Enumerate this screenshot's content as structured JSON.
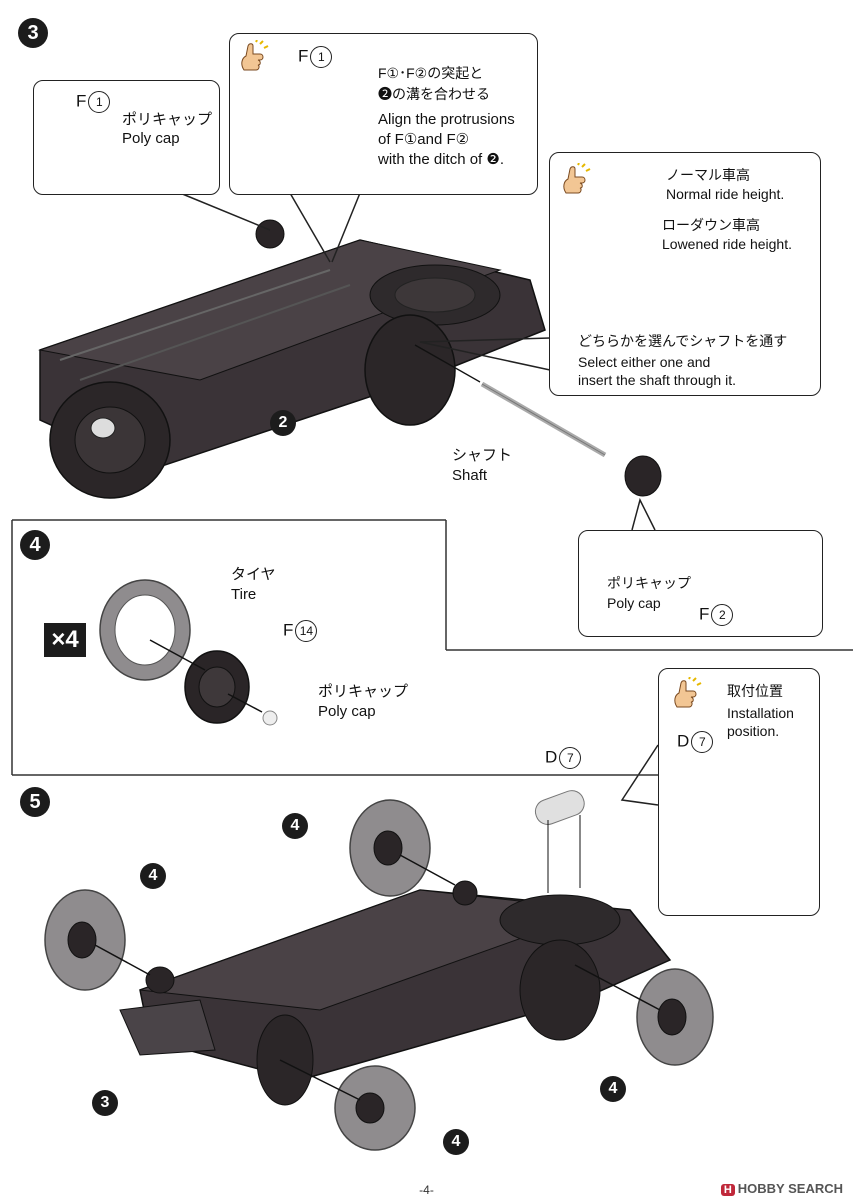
{
  "steps": {
    "s3": "3",
    "s4": "4",
    "s5": "5"
  },
  "callout_polycap": {
    "part_letter": "F",
    "part_num": "1",
    "label_jp": "ポリキャップ",
    "label_en": "Poly cap"
  },
  "callout_align": {
    "part_letter": "F",
    "part_num": "1",
    "line1": "F①･F②の突起と",
    "line2": "❷の溝を合わせる",
    "line3": "Align the protrusions",
    "line4": "of F①and F②",
    "line5": "with the ditch of ❷."
  },
  "callout_ride": {
    "normal_jp": "ノーマル車高",
    "normal_en": "Normal ride height.",
    "lowered_jp": "ローダウン車高",
    "lowered_en": "Lowened ride height.",
    "select_jp": "どちらかを選んでシャフトを通す",
    "select_en1": "Select either one and",
    "select_en2": "insert the shaft through it."
  },
  "shaft": {
    "jp": "シャフト",
    "en": "Shaft"
  },
  "callout_polycap2": {
    "label_jp": "ポリキャップ",
    "label_en": "Poly cap",
    "part_letter": "F",
    "part_num": "2"
  },
  "step3_ref": "2",
  "step4": {
    "multiplier": "×4",
    "tire_jp": "タイヤ",
    "tire_en": "Tire",
    "wheel_letter": "F",
    "wheel_num": "14",
    "polycap_jp": "ポリキャップ",
    "polycap_en": "Poly cap"
  },
  "step5": {
    "d_letter": "D",
    "d_num": "7",
    "install_jp": "取付位置",
    "install_en1": "Installation",
    "install_en2": "position.",
    "wheel_refs": [
      "4",
      "4",
      "4",
      "4"
    ],
    "chassis_ref": "3"
  },
  "footer": {
    "page_number": "-4-",
    "watermark_badge": "H",
    "watermark_text": "HOBBY SEARCH"
  }
}
